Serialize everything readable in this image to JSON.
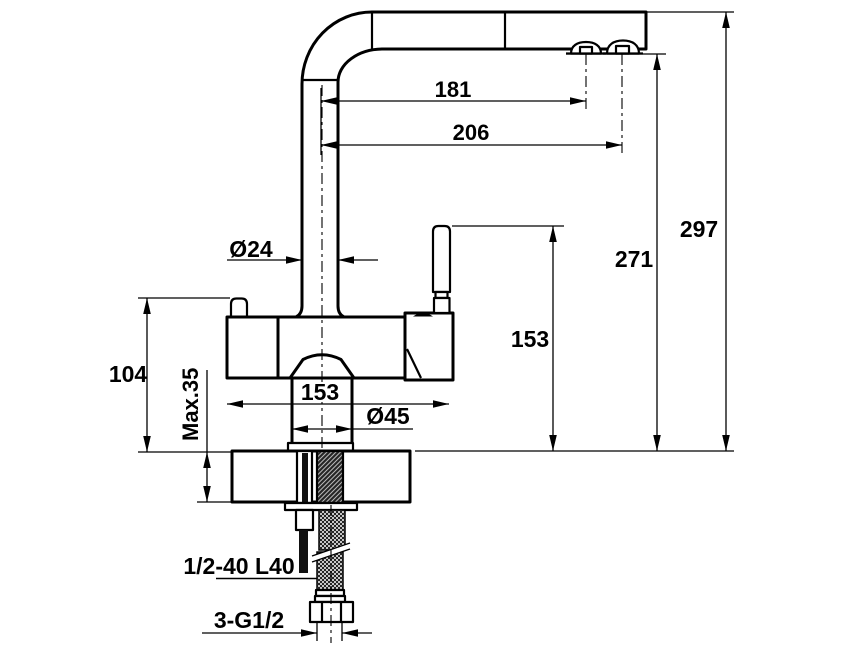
{
  "drawing": {
    "kind": "technical-dimension-drawing",
    "subject": "single-lever kitchen mixer tap, side elevation",
    "units": "mm",
    "line_color": "#000000",
    "background": "#ffffff"
  },
  "dimensions": {
    "reach_primary": "181",
    "reach_secondary": "206",
    "total_height": "297",
    "outlet_height": "271",
    "lever_height": "153",
    "pipe_diameter": "Ø24",
    "body_height": "104",
    "deck_thickness": "Max.35",
    "body_length": "153",
    "base_diameter": "Ø45",
    "hose_thread": "1/2-40 L40",
    "supply_connection": "3-G1/2"
  }
}
